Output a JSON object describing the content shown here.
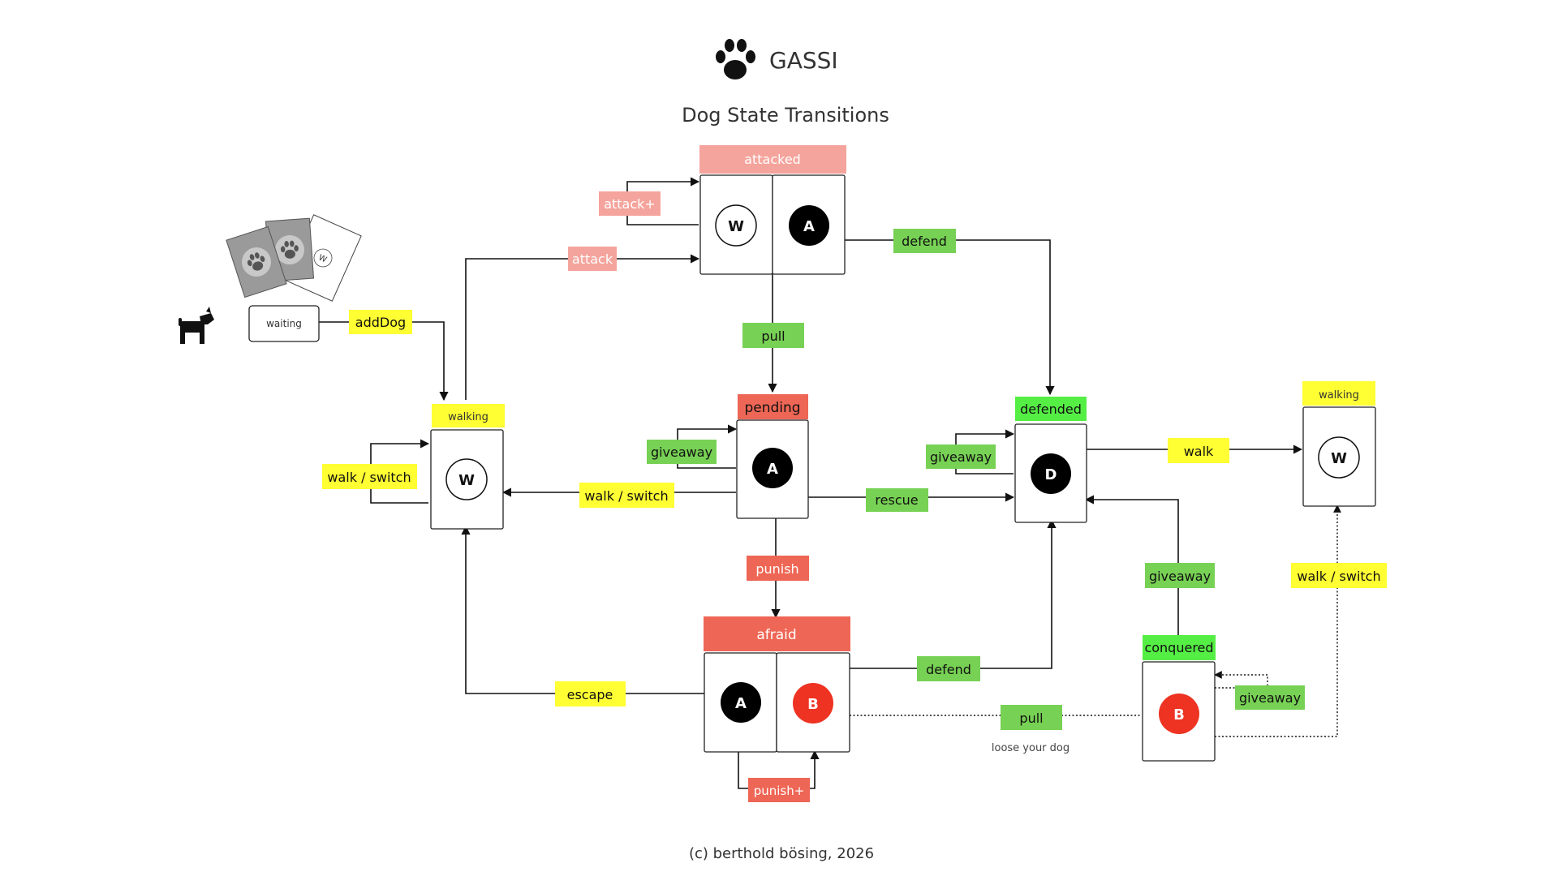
{
  "title": "GASSI",
  "subtitle": "Dog State Transitions",
  "footer": "(c) berthold bösing, 2026",
  "note_loose": "loose your dog",
  "colors": {
    "yellow": "#ffff33",
    "green": "#77d154",
    "bright_green": "#55ee44",
    "salmon": "#f4a49c",
    "red_header": "#ee6655",
    "red_circle": "#ee3322",
    "card_gray": "#9a9a9a"
  },
  "icons": {
    "logo": "paw-icon",
    "dog": "dog-icon"
  },
  "states": {
    "waiting": "waiting",
    "walking_left": "walking",
    "attacked": "attacked",
    "pending": "pending",
    "defended": "defended",
    "walking_right": "walking",
    "afraid": "afraid",
    "conquered": "conquered"
  },
  "tokens": {
    "walking_left_w": "W",
    "attacked_w": "W",
    "attacked_a": "A",
    "pending_a": "A",
    "defended_d": "D",
    "walking_right_w": "W",
    "afraid_a": "A",
    "afraid_b": "B",
    "conquered_b": "B",
    "card_w": "W"
  },
  "transitions": {
    "addDog": "addDog",
    "attack": "attack",
    "attack_plus": "attack+",
    "defend_top": "defend",
    "pull_top": "pull",
    "giveaway_pending": "giveaway",
    "walk_switch_left": "walk / switch",
    "walk_switch_pending": "walk / switch",
    "rescue": "rescue",
    "giveaway_defended": "giveaway",
    "walk": "walk",
    "punish": "punish",
    "defend_afraid": "defend",
    "escape": "escape",
    "pull_afraid": "pull",
    "punish_plus": "punish+",
    "giveaway_conquered_up": "giveaway",
    "giveaway_conquered_self": "giveaway",
    "walk_switch_right": "walk / switch"
  }
}
